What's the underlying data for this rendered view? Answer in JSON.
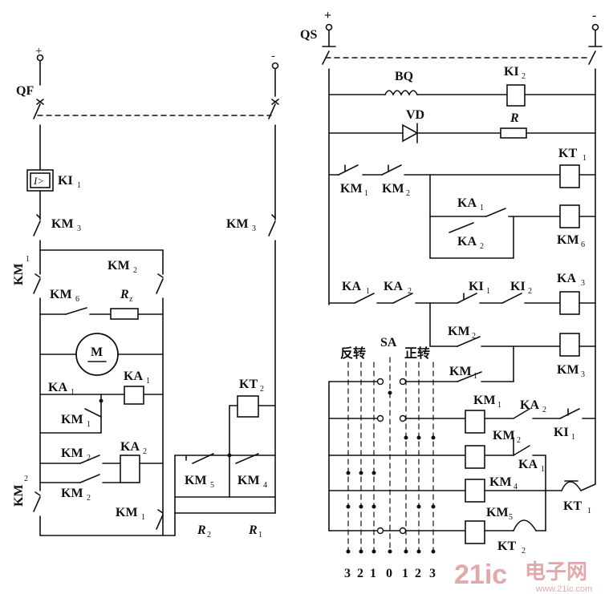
{
  "left_circuit": {
    "supply_plus": "+",
    "supply_minus": "-",
    "breaker": "QF",
    "overcurrent_relay": "KI",
    "overcurrent_relay_sub": "1",
    "relay_symbol": "I>",
    "main_contactor": "KM",
    "main_contactor_sub": "3",
    "km1": "KM",
    "km1_sub": "1",
    "km2": "KM",
    "km2_sub": "2",
    "km6": "KM",
    "km6_sub": "6",
    "rz": "R",
    "rz_sub": "z",
    "motor": "M",
    "ka1": "KA",
    "ka1_sub": "1",
    "ka2": "KA",
    "ka2_sub": "2",
    "kt2": "KT",
    "kt2_sub": "2",
    "km5": "KM",
    "km5_sub": "5",
    "km4": "KM",
    "km4_sub": "4",
    "r2": "R",
    "r2_sub": "2",
    "r1": "R",
    "r1_sub": "1"
  },
  "right_circuit": {
    "switch": "QS",
    "supply_plus": "+",
    "supply_minus": "-",
    "bq": "BQ",
    "ki2": "KI",
    "ki2_sub": "2",
    "vd": "VD",
    "r": "R",
    "kt1": "KT",
    "kt1_sub": "1",
    "km1": "KM",
    "km1_sub": "1",
    "km2": "KM",
    "km2_sub": "2",
    "ka1": "KA",
    "ka1_sub": "1",
    "ka2": "KA",
    "ka2_sub": "2",
    "km6": "KM",
    "km6_sub": "6",
    "ki1": "KI",
    "ki1_sub": "1",
    "ka3": "KA",
    "ka3_sub": "3",
    "km3": "KM",
    "km3_sub": "3",
    "km4": "KM",
    "km4_sub": "4",
    "km5": "KM",
    "km5_sub": "5",
    "kt2": "KT",
    "kt2_sub": "2",
    "reverse_label": "反转",
    "forward_label": "正转",
    "sa": "SA",
    "positions": [
      "3",
      "2",
      "1",
      "0",
      "1",
      "2",
      "3"
    ]
  },
  "watermark": {
    "brand": "21ic",
    "brand_cn": "电子网",
    "url": "www.21ic.com"
  }
}
